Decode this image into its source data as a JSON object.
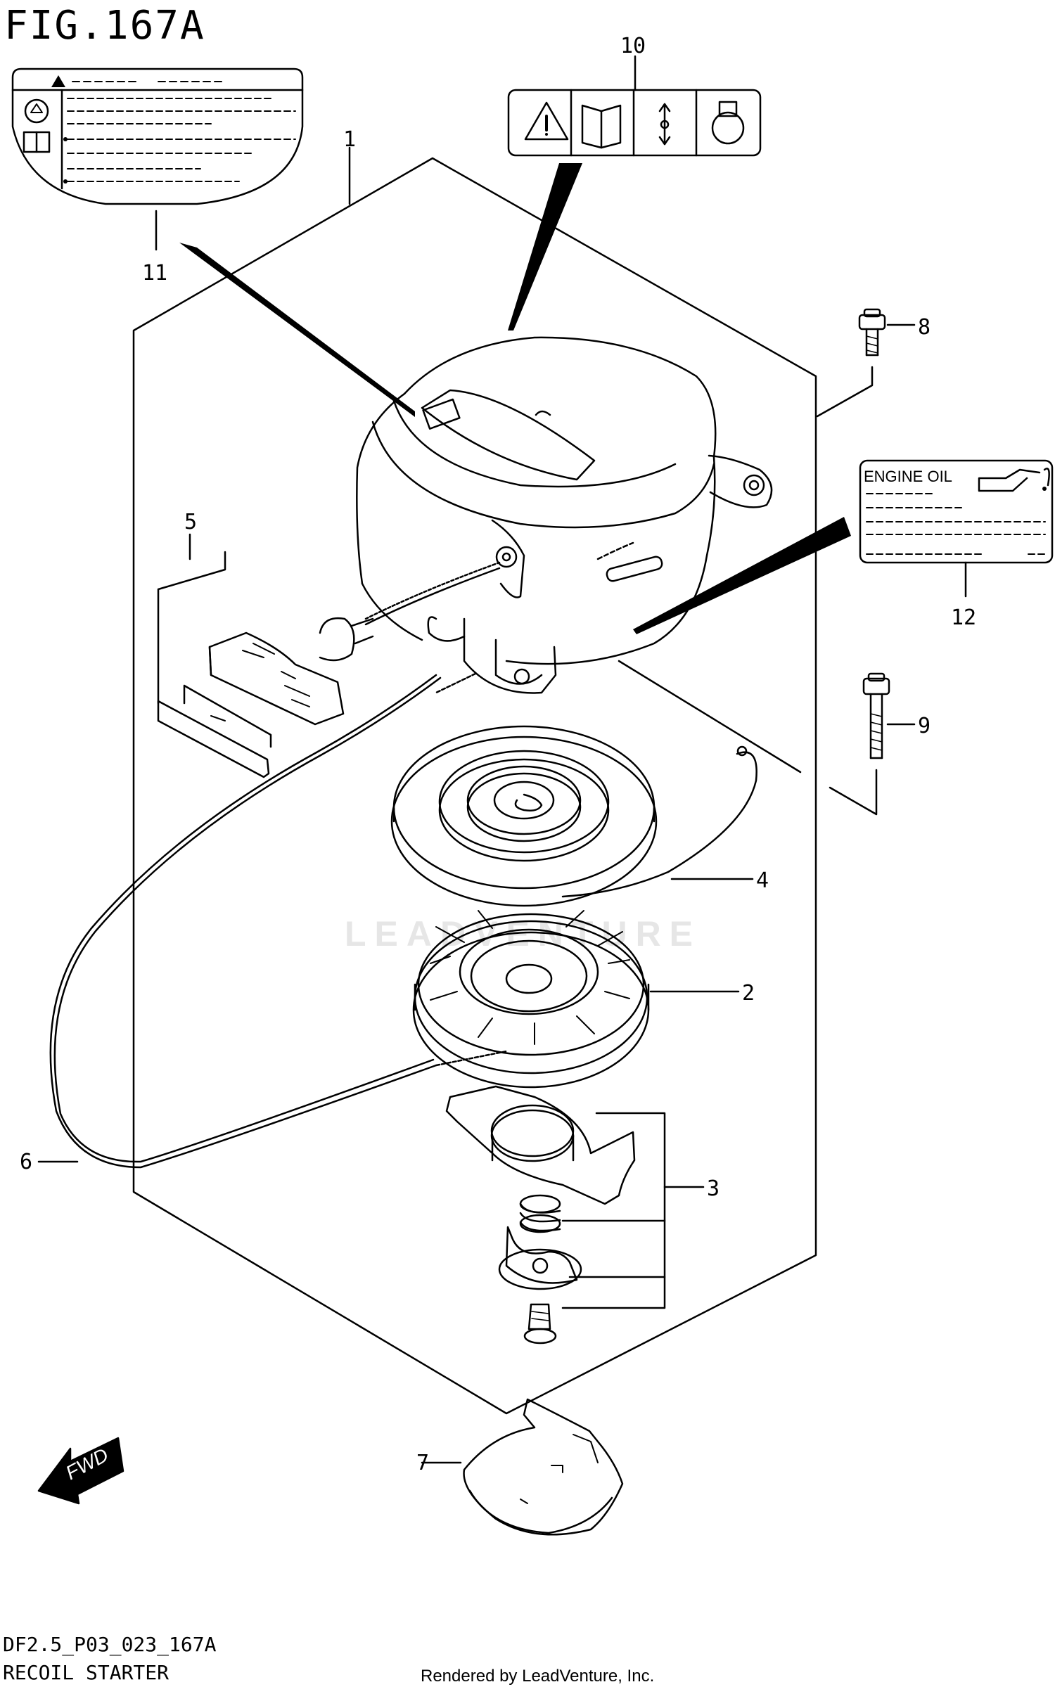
{
  "figure": {
    "title": "FIG.167A",
    "code": "DF2.5_P03_023_167A",
    "name": "RECOIL STARTER"
  },
  "credit": "Rendered by LeadVenture, Inc.",
  "watermark": "LEADVENTURE",
  "engine_oil_label": {
    "title": "ENGINE OIL"
  },
  "fwd_label": "FWD",
  "callouts": {
    "c1": "1",
    "c2": "2",
    "c3": "3",
    "c4": "4",
    "c5": "5",
    "c6": "6",
    "c7": "7",
    "c8": "8",
    "c9": "9",
    "c10": "10",
    "c11": "11",
    "c12": "12"
  },
  "colors": {
    "ink": "#000000",
    "background": "#ffffff",
    "watermark": "#e6e6e6"
  }
}
